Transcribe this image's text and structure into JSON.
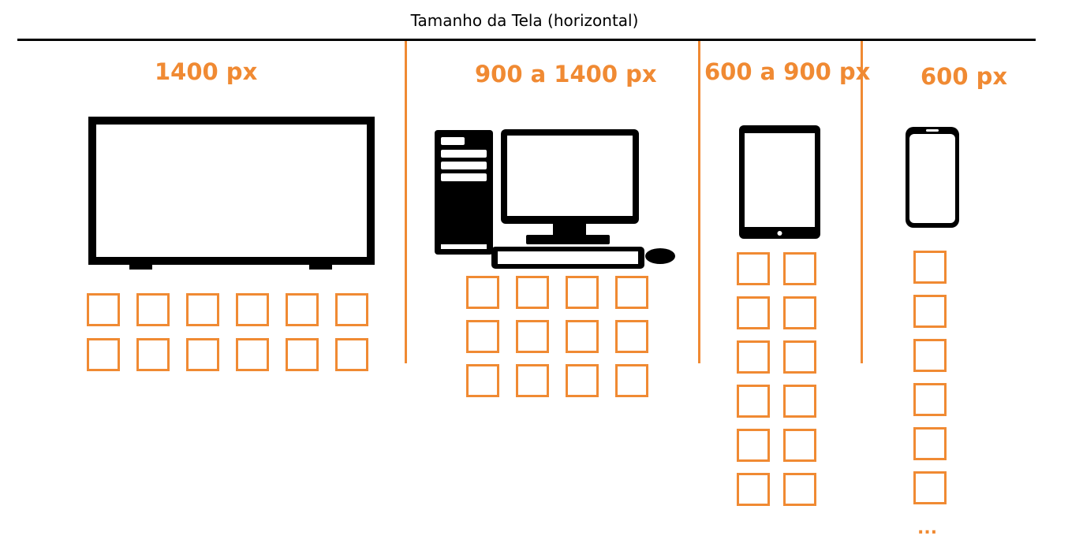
{
  "page": {
    "title": "Tamanho da Tela (horizontal)"
  },
  "colors": {
    "accent": "#f08a33",
    "ink": "#000000"
  },
  "sections": [
    {
      "label": "1400 px",
      "device_icon": "widescreen-monitor-icon",
      "columns": 6,
      "rows": 2
    },
    {
      "label": "900 a 1400 px",
      "device_icon": "desktop-computer-icon",
      "columns": 4,
      "rows": 3
    },
    {
      "label": "600 a 900 px",
      "device_icon": "tablet-icon",
      "columns": 2,
      "rows": 6
    },
    {
      "label": "600 px",
      "device_icon": "smartphone-icon",
      "columns": 1,
      "rows": 6,
      "continuation": "..."
    }
  ]
}
